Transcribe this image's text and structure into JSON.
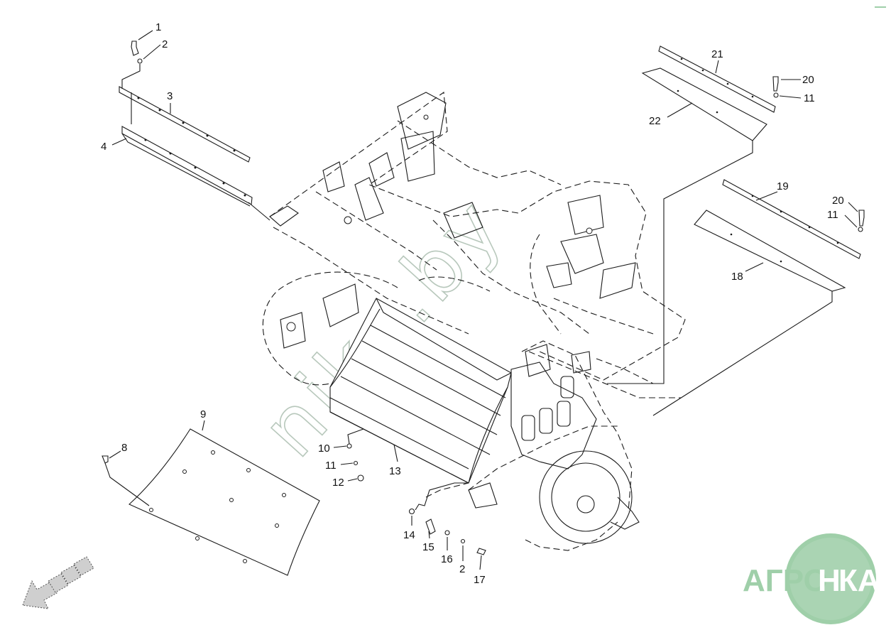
{
  "callouts": [
    "1",
    "2",
    "3",
    "4",
    "8",
    "9",
    "10",
    "11",
    "12",
    "13",
    "14",
    "15",
    "16",
    "2",
    "17",
    "18",
    "19",
    "20",
    "11",
    "21",
    "20",
    "11",
    "22"
  ],
  "watermark": "nika.by",
  "logo": {
    "left": "АГРО",
    "middle": "Н",
    "right": "КА",
    "color": "#9fcfa9"
  }
}
